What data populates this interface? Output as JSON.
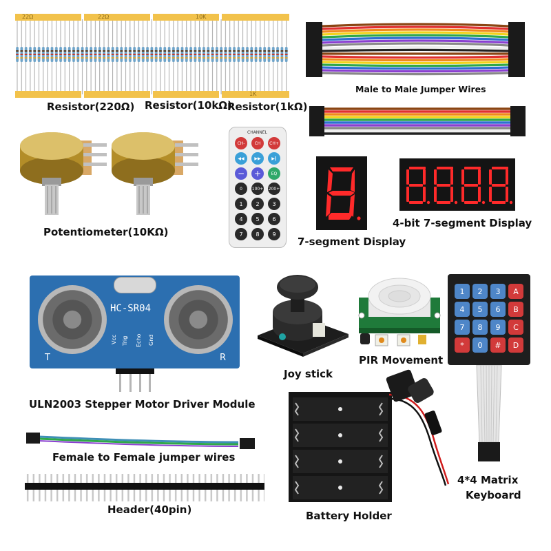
{
  "labels": {
    "resistor_220": "Resistor(220Ω)",
    "resistor_10k": "Resistor(10kΩ)",
    "resistor_1k": "Resistor(1kΩ)",
    "male_to_male": "Male to Male Jumper Wires",
    "potentiometer": "Potentiometer(10KΩ)",
    "seven_segment": "7-segment Display",
    "four_bit_seven_segment": "4-bit 7-segment Display",
    "stepper_driver": "ULN2003 Stepper Motor Driver Module",
    "joystick": "Joy stick",
    "pir": "PIR Movement",
    "female_to_female": "Female to Female jumper wires",
    "header": "Header(40pin)",
    "battery_holder": "Battery Holder",
    "matrix_keyboard_line1": "4*4 Matrix",
    "matrix_keyboard_line2": "Keyboard"
  },
  "resistor_strip_text": [
    "22Ω",
    "22Ω",
    "10K",
    "1K"
  ],
  "remote": {
    "channel_label": "CHANNEL",
    "row1": [
      "CH-",
      "CH",
      "CH+"
    ],
    "row3": [
      "",
      "",
      "EQ"
    ],
    "row4": [
      "0",
      "100+",
      "200+"
    ],
    "digits": [
      "1",
      "2",
      "3",
      "4",
      "5",
      "6",
      "7",
      "8",
      "9"
    ]
  },
  "sensor": {
    "model": "HC-SR04",
    "pins": [
      "Vcc",
      "Trig",
      "Echo",
      "Gnd"
    ],
    "left_mark": "T",
    "right_mark": "R"
  },
  "keypad_keys": [
    [
      "1",
      "2",
      "3",
      "A"
    ],
    [
      "4",
      "5",
      "6",
      "B"
    ],
    [
      "7",
      "8",
      "9",
      "C"
    ],
    [
      "*",
      "0",
      "#",
      "D"
    ]
  ],
  "colors": {
    "pcb_blue": "#2c6fb0",
    "pcb_black": "#1e1e1e",
    "key_blue": "#4e86c8",
    "key_red": "#d23a3a",
    "segment_red": "#ff2a2a",
    "resistor_tape": "#f2c24b"
  }
}
